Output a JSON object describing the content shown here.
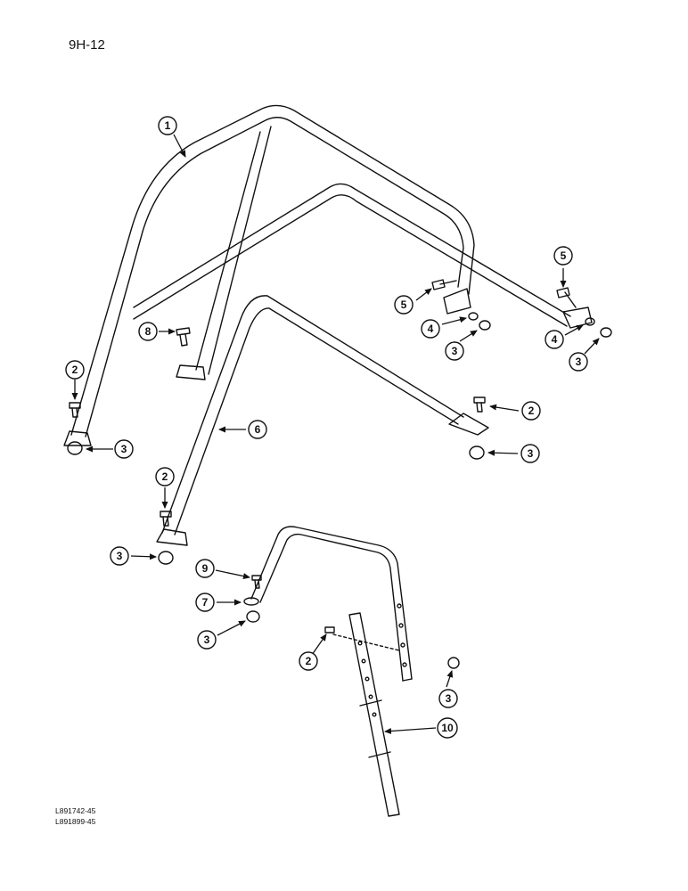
{
  "header": {
    "page_number": "9H-12"
  },
  "footer": {
    "ref_codes": [
      "L891742-45",
      "L891899-45"
    ]
  },
  "callouts": [
    {
      "id": "c1",
      "label": "1"
    },
    {
      "id": "c2a",
      "label": "2"
    },
    {
      "id": "c2b",
      "label": "2"
    },
    {
      "id": "c2c",
      "label": "2"
    },
    {
      "id": "c2d",
      "label": "2"
    },
    {
      "id": "c3a",
      "label": "3"
    },
    {
      "id": "c3b",
      "label": "3"
    },
    {
      "id": "c3c",
      "label": "3"
    },
    {
      "id": "c3d",
      "label": "3"
    },
    {
      "id": "c3e",
      "label": "3"
    },
    {
      "id": "c3f",
      "label": "3"
    },
    {
      "id": "c3g",
      "label": "3"
    },
    {
      "id": "c4a",
      "label": "4"
    },
    {
      "id": "c4b",
      "label": "4"
    },
    {
      "id": "c5a",
      "label": "5"
    },
    {
      "id": "c5b",
      "label": "5"
    },
    {
      "id": "c6",
      "label": "6"
    },
    {
      "id": "c7",
      "label": "7"
    },
    {
      "id": "c8",
      "label": "8"
    },
    {
      "id": "c9",
      "label": "9"
    },
    {
      "id": "c10",
      "label": "10"
    }
  ]
}
